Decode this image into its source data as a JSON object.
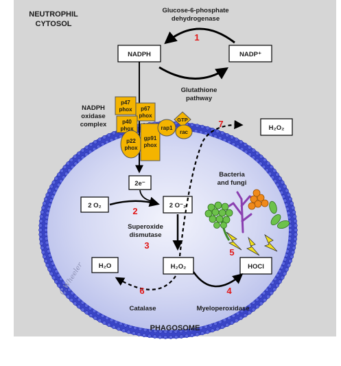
{
  "cytosol_label": [
    "NEUTROPHIL",
    "CYTOSOL"
  ],
  "phagosome_label": "PHAGOSOME",
  "enzyme_top": [
    "Glucose-6-phosphate",
    "dehydrogenase"
  ],
  "glutathione": [
    "Glutathione",
    "pathway"
  ],
  "nadph_oxidase": [
    "NADPH",
    "oxidase",
    "complex"
  ],
  "bacteria": [
    "Bacteria",
    "and fungi"
  ],
  "sod": [
    "Superoxide",
    "dismutase"
  ],
  "catalase": "Catalase",
  "myeloperoxidase": "Myeloperoxidase",
  "signature": "C.Wheeler",
  "boxes": {
    "nadph": "NADPH",
    "nadp": "NADP⁺",
    "h2o2_top": "H₂O₂",
    "e2": "2e⁻",
    "o2": "2 O₂",
    "superoxide": "2 O⁻₂",
    "h2o": "H₂O",
    "h2o2": "H₂O₂",
    "hocl": "HOCl"
  },
  "subunits": {
    "p47": [
      "p47",
      "phox"
    ],
    "p67": [
      "p67",
      "phox"
    ],
    "p40": [
      "p40",
      "phox"
    ],
    "p22": [
      "p22",
      "phox"
    ],
    "gp91": [
      "gp91",
      "phox"
    ],
    "rap1": "rap1",
    "gtp": "GTP",
    "rac": "rac"
  },
  "steps": [
    "1",
    "2",
    "3",
    "4",
    "5",
    "6",
    "7"
  ],
  "colors": {
    "cytosol_gray": "#d8d8d8",
    "membrane_blue": "#3a45c8",
    "phagosome_fill": "#c4c9ee",
    "phagosome_center": "#eef0fb",
    "protein_yellow": "#f4b400",
    "step_red": "#e01818",
    "bacteria_green": "#6cc24a",
    "fungi_purple": "#8a3fb0",
    "bacteria_orange": "#f08a1c",
    "spark_yellow": "#f2e01a"
  }
}
